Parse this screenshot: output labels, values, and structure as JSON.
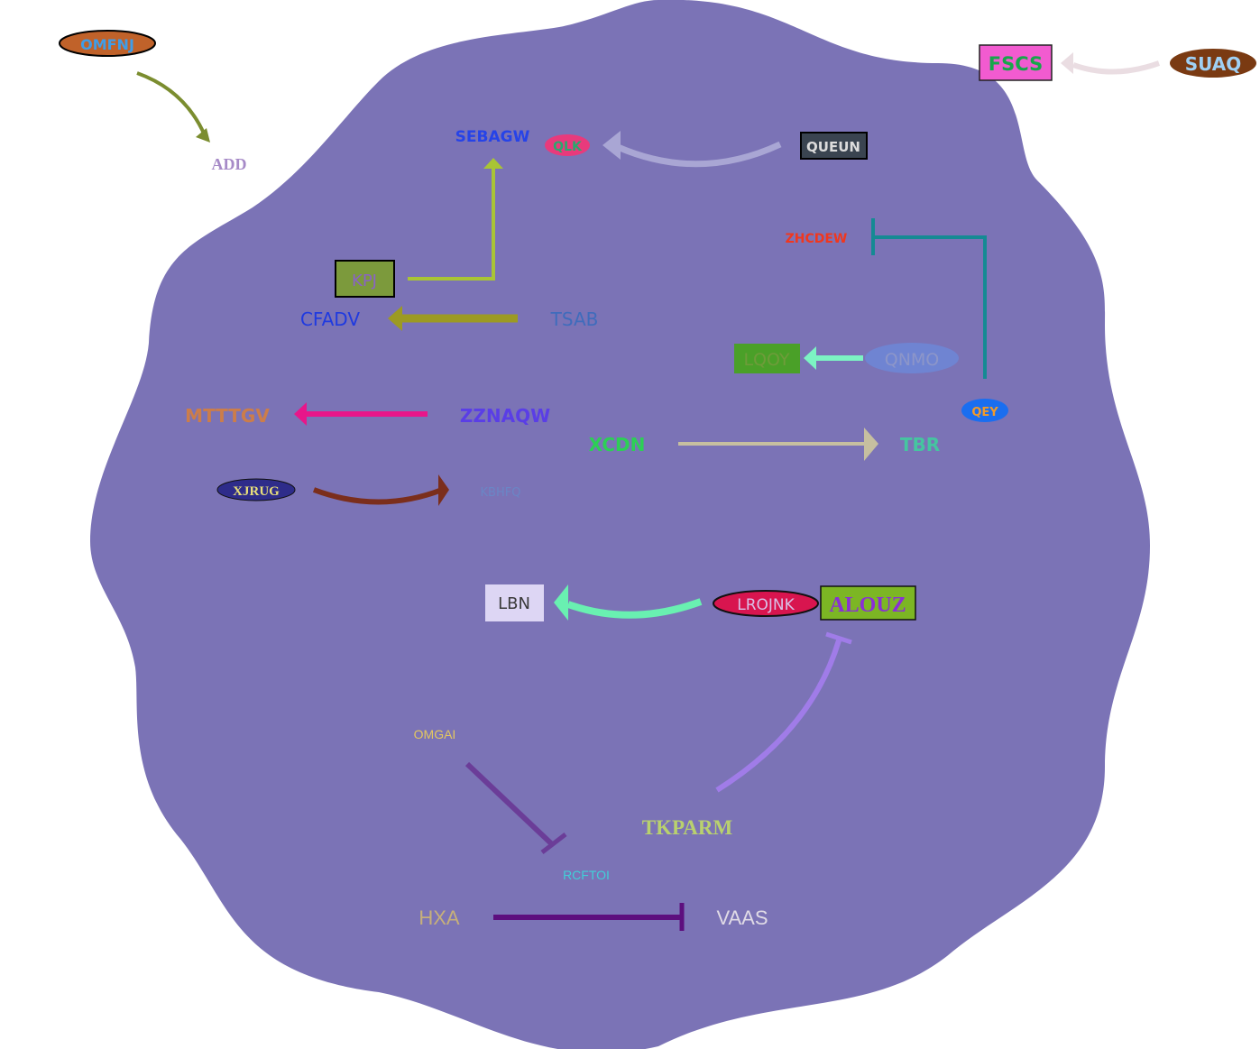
{
  "nodes": {
    "omfnj": "OMFNJ",
    "add": "ADD",
    "fscs": "FSCS",
    "suaq": "SUAQ",
    "sebagw": "SEBAGW",
    "qlk": "QLK",
    "queun": "QUEUN",
    "zhcdew": "ZHCDEW",
    "kpj": "KPJ",
    "cfadv": "CFADV",
    "tsab": "TSAB",
    "lqoy": "LQOY",
    "qnmo": "QNMO",
    "qey": "QEY",
    "mtttgv": "MTTTGV",
    "zznaqw": "ZZNAQW",
    "xcdn": "XCDN",
    "tbr": "TBR",
    "xjrug": "XJRUG",
    "kbhfq": "KBHFQ",
    "lbn": "LBN",
    "lrojnk": "LROJNK",
    "alouz": "ALOUZ",
    "omgai": "OMGAI",
    "tkparm": "TKPARM",
    "rcftoi": "RCFTOI",
    "hxa": "HXA",
    "vaas": "VAAS"
  },
  "colors": {
    "compartment": "#7b73b6",
    "omfnj_fill": "#c0622a",
    "suaq_fill": "#7a3a12",
    "fscs_fill": "#f25bd0",
    "queun_fill": "#3a4450",
    "qlk_fill": "#e83a7c",
    "kpj_fill": "#7c9a3c",
    "lqoy_fill": "#4aa028",
    "qnmo_fill": "#6f84d2",
    "qey_fill": "#1a6ef0",
    "xjrug_fill": "#2e2c8a",
    "lbn_fill": "#ddd6f4",
    "lrojnk_fill": "#d8154f",
    "alouz_fill": "#7cb624"
  }
}
